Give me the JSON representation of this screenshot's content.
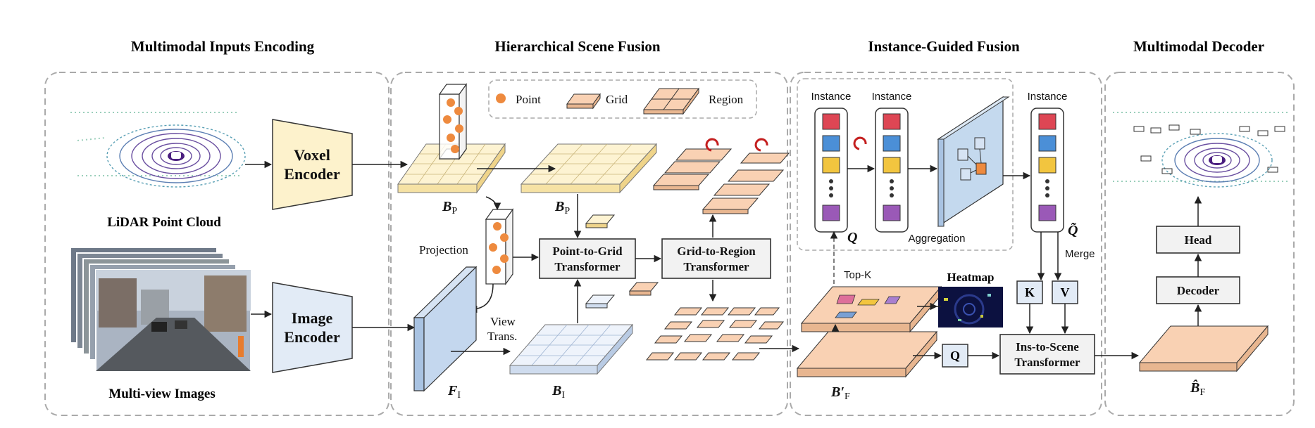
{
  "sections": {
    "inputs": "Multimodal Inputs Encoding",
    "hsf": "Hierarchical Scene Fusion",
    "igf": "Instance-Guided Fusion",
    "decoder": "Multimodal Decoder"
  },
  "inputs": {
    "lidar_label": "LiDAR Point Cloud",
    "images_label": "Multi-view Images",
    "voxel_encoder": [
      "Voxel",
      "Encoder"
    ],
    "image_encoder": [
      "Image",
      "Encoder"
    ]
  },
  "legend": {
    "point": "Point",
    "grid": "Grid",
    "region": "Region"
  },
  "hsf": {
    "bp_sym": "B",
    "bp_sub": "P",
    "bi_sub": "I",
    "fi_sym": "F",
    "fi_sub": "I",
    "projection": "Projection",
    "view_trans": [
      "View",
      "Trans."
    ],
    "p2g": [
      "Point-to-Grid",
      "Transformer"
    ],
    "g2r": [
      "Grid-to-Region",
      "Transformer"
    ]
  },
  "igf": {
    "instance": "Instance",
    "q_sym": "Q",
    "aggregation": "Aggregation",
    "merge": "Merge",
    "topk": "Top-K",
    "heatmap": "Heatmap",
    "bf_sym": "B′",
    "bf_sub": "F",
    "k": "K",
    "v": "V",
    "q": "Q",
    "ins2scene": [
      "Ins-to-Scene",
      "Transformer"
    ]
  },
  "decoder": {
    "head": "Head",
    "decoder": "Decoder",
    "bf_sym": "B̂",
    "bf_sub": "F"
  },
  "colors": {
    "voxel_fill": "#fdf2cc",
    "image_fill": "#e2ebf6",
    "point": "#ee8a3e",
    "region": "#f9d1b3",
    "grid_top": "#fdf3d2",
    "blue_top": "#eef3fb",
    "inst_red": "#de4654",
    "inst_blue": "#4b8fd7",
    "inst_yellow": "#f2c53f",
    "inst_purple": "#9a59b7",
    "box_fill": "#f2f2f2"
  }
}
